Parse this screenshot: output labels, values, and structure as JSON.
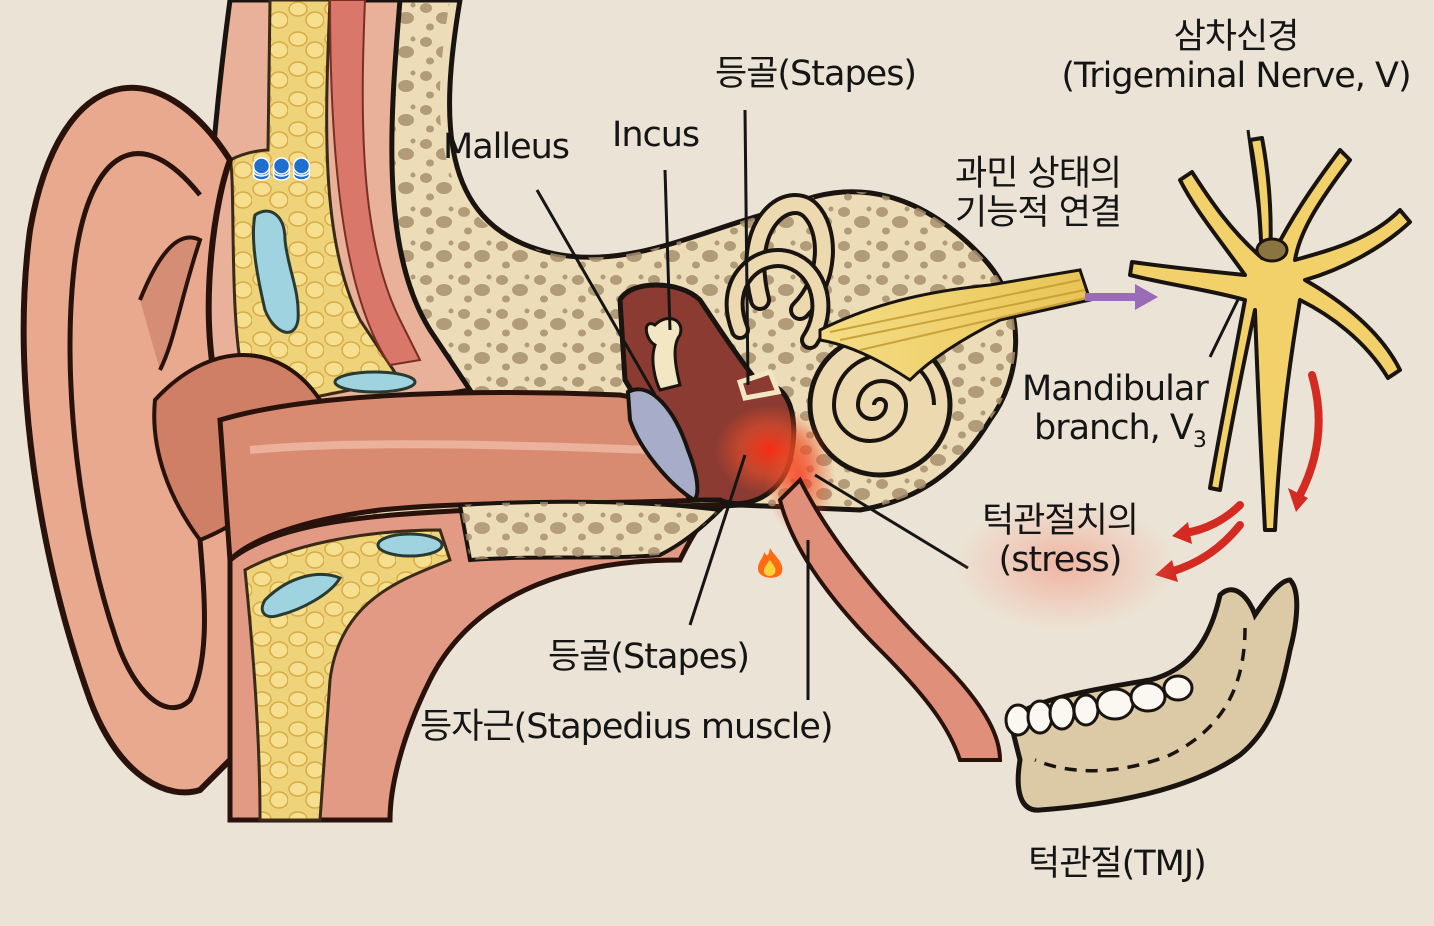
{
  "diagram": {
    "title": "Ear anatomy, Trigeminal Nerve and TMJ functional connection",
    "colors": {
      "background": "#ebe4d6",
      "skin": "#e8a98f",
      "skin_dark": "#c9735f",
      "fat": "#efd37a",
      "bone": "#ecdcb8",
      "bone_pores": "#a88f6e",
      "cartilage_blue": "#9fd3e0",
      "muscle": "#d9786a",
      "middle_ear": "#8c3b32",
      "eardrum": "#a7acc9",
      "nerve_yellow": "#f3d16a",
      "neuron_nucleus": "#8a7440",
      "inflammation_red": "#e8281c",
      "arrow_purple": "#9a6cb8",
      "arrow_red": "#d32a22",
      "jaw_bone": "#dcc9a6",
      "teeth": "#fbf8f1",
      "text": "#151515"
    },
    "labels": {
      "stapes_top": "등골(Stapes)",
      "malleus": "Malleus",
      "incus": "Incus",
      "trigeminal_ko": "삼차신경",
      "trigeminal_en": "(Trigeminal Nerve, V)",
      "hyper_line1": "과민 상태의",
      "hyper_line2": "기능적 연결",
      "mandibular_line1": "Mandibular",
      "mandibular_line2": "branch, V",
      "mandibular_sub": "3",
      "tmj_stress_line1": "턱관절치의",
      "tmj_stress_line2": "(stress)",
      "stapes_bottom": "등골(Stapes)",
      "stapedius": "등자근(Stapedius muscle)",
      "tmj": "턱관절(TMJ)"
    },
    "icons": {
      "inflammation": "fire-icon",
      "overlay_widget": "three-blue-stacked-dots"
    }
  }
}
